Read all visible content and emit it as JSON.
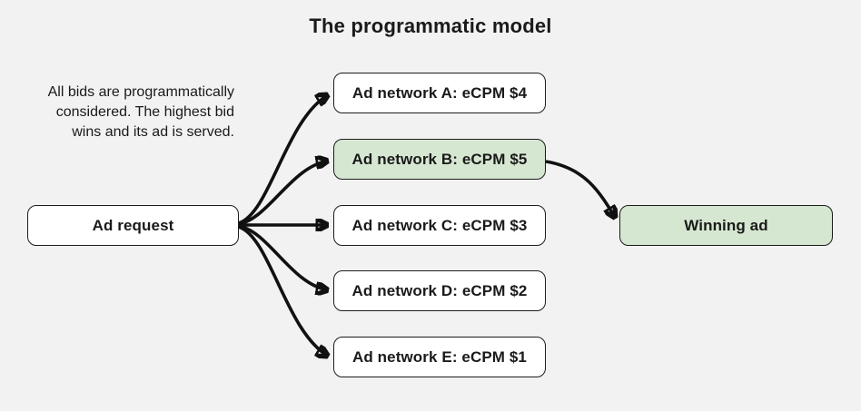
{
  "title": "The programmatic model",
  "description_lines": [
    "All bids are programmatically",
    "considered. The highest bid",
    "wins and its ad is served."
  ],
  "colors": {
    "background": "#f2f2f2",
    "box_fill": "#ffffff",
    "highlight_fill": "#d6e7d1",
    "border": "#1c1c1c",
    "text": "#1a1a1a",
    "arrow": "#111111"
  },
  "nodes": {
    "ad_request": {
      "label": "Ad request"
    },
    "networks": [
      {
        "label": "Ad network A: eCPM $4",
        "highlighted": false
      },
      {
        "label": "Ad network B: eCPM $5",
        "highlighted": true
      },
      {
        "label": "Ad network C: eCPM $3",
        "highlighted": false
      },
      {
        "label": "Ad network D: eCPM $2",
        "highlighted": false
      },
      {
        "label": "Ad network E: eCPM $1",
        "highlighted": false
      }
    ],
    "winning_ad": {
      "label": "Winning ad"
    }
  }
}
